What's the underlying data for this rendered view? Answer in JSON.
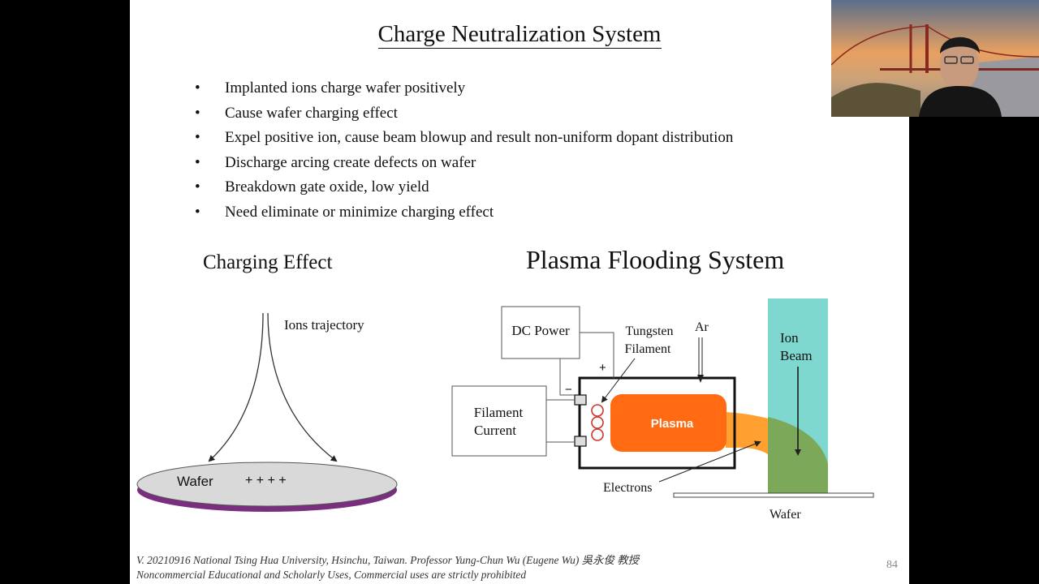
{
  "slide": {
    "title": "Charge Neutralization System",
    "bullets": [
      "Implanted ions charge wafer positively",
      "Cause wafer charging effect",
      "Expel positive ion, cause beam blowup and result non-uniform dopant distribution",
      "Discharge arcing create defects on wafer",
      "Breakdown gate oxide, low yield",
      "Need eliminate or minimize charging effect"
    ],
    "charging_effect": {
      "title": "Charging Effect",
      "ions_label": "Ions trajectory",
      "wafer_label": "Wafer",
      "charges": "+ + + +"
    },
    "plasma_flooding": {
      "title": "Plasma Flooding System",
      "dc_power": "DC Power",
      "filament_current_line1": "Filament",
      "filament_current_line2": "Current",
      "tungsten_line1": "Tungsten",
      "tungsten_line2": "Filament",
      "ar": "Ar",
      "plus": "+",
      "minus": "−",
      "plasma": "Plasma",
      "ion_beam_line1": "Ion",
      "ion_beam_line2": "Beam",
      "electrons": "Electrons",
      "wafer": "Wafer"
    },
    "footer_line1": "V. 20210916 National Tsing Hua University, Hsinchu, Taiwan. Professor Yung-Chun Wu (Eugene Wu) 吳永俊 教授",
    "footer_line2": "Noncommercial Educational and Scholarly Uses, Commercial uses are strictly prohibited",
    "page_number": "84"
  },
  "colors": {
    "background": "#000000",
    "slide": "#ffffff",
    "plasma": "#ff6a13",
    "ion_beam": "#7fd8cf",
    "electron_flow": "#ffa030",
    "overlap": "#7ca85a",
    "wafer_edge": "#7b2d80",
    "coil": "#d0342c"
  },
  "webcam": {
    "description_icon": "presenter-video-icon"
  }
}
